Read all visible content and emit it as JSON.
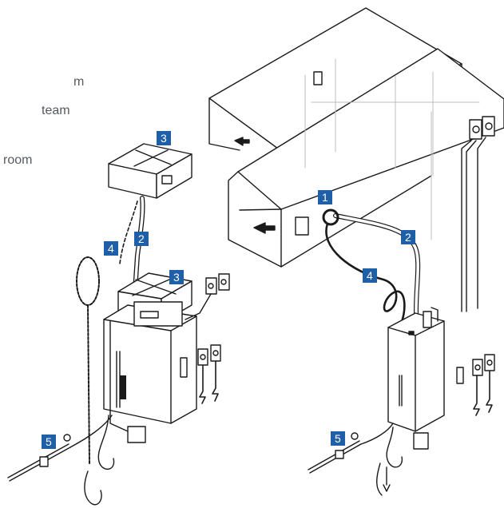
{
  "text_fragments": {
    "line1": "m",
    "line2": "team",
    "line3": "room"
  },
  "labels": [
    "1",
    "2",
    "3",
    "4",
    "5"
  ],
  "colors": {
    "badge": "#1f5fa8",
    "line": "#1a1a1a",
    "faint": "#bdbdbd",
    "text": "#555a60"
  },
  "icons": [
    "steam-generator",
    "drain-trap",
    "water-valve",
    "power-outlet",
    "electric-supply",
    "distribution-box",
    "hvac-duct",
    "steam-lance"
  ]
}
